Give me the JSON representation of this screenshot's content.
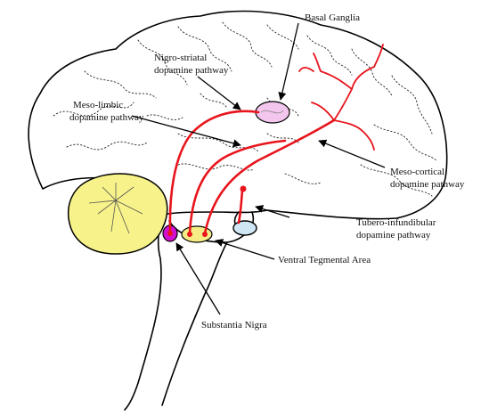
{
  "labels": {
    "basal_ganglia": "Basal Ganglia",
    "nigrostriatal_1": "Nigro-striatal",
    "nigrostriatal_2": "dopamine pathway",
    "mesolimbic_1": "Meso-limbic",
    "mesolimbic_2": "dopamine pathway",
    "mesocortical_1": "Meso-cortical",
    "mesocortical_2": "dopamine pathway",
    "tuberoinfundibular_1": "Tubero-infundibular",
    "tuberoinfundibular_2": "dopamine pathway",
    "vta": "Ventral Tegmental Area",
    "substantia_nigra": "Substantia Nigra"
  },
  "colors": {
    "pathway": "#e8141c",
    "cerebellum": "#f7f38a",
    "basal_ganglia": "#f3c6ee",
    "substantia_nigra": "#d40fd4",
    "vta": "#f5ec86",
    "pituitary": "#cfe6f5"
  }
}
